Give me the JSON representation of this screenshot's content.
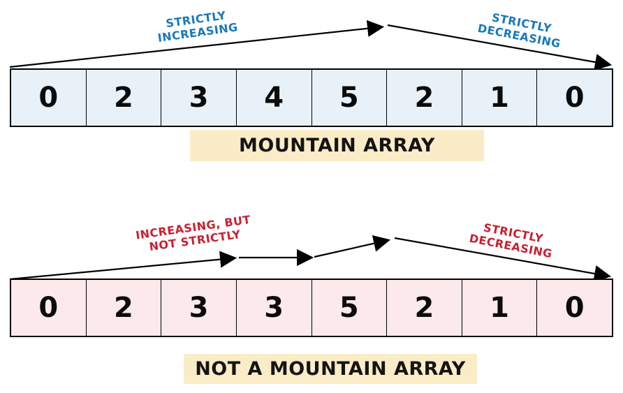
{
  "colors": {
    "blue_annotation": "#1878BE",
    "red_annotation": "#C72031",
    "cell_blue_bg": "#E8F1F8",
    "cell_pink_bg": "#FBE9EC",
    "caption_bg": "#FAECC6",
    "arrow": "#000000"
  },
  "mountain": {
    "values": [
      "0",
      "2",
      "3",
      "4",
      "5",
      "2",
      "1",
      "0"
    ],
    "caption": "MOUNTAIN ARRAY",
    "labels": {
      "increasing": {
        "line1": "STRICTLY",
        "line2": "INCREASING"
      },
      "decreasing": {
        "line1": "STRICTLY",
        "line2": "DECREASING"
      }
    }
  },
  "not_mountain": {
    "values": [
      "0",
      "2",
      "3",
      "3",
      "5",
      "2",
      "1",
      "0"
    ],
    "caption": "NOT A MOUNTAIN ARRAY",
    "labels": {
      "increasing": {
        "line1": "INCREASING, BUT",
        "line2": "NOT STRICTLY"
      },
      "decreasing": {
        "line1": "STRICTLY",
        "line2": "DECREASING"
      }
    }
  }
}
